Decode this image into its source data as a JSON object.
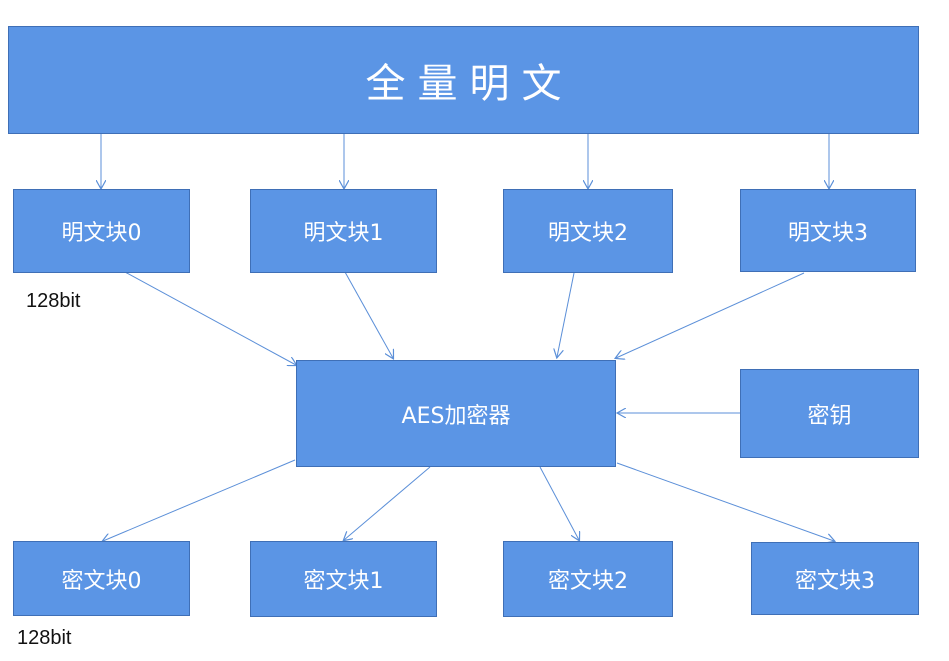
{
  "title": "全量明文",
  "plaintext_blocks": [
    "明文块0",
    "明文块1",
    "明文块2",
    "明文块3"
  ],
  "encryptor": "AES加密器",
  "key": "密钥",
  "ciphertext_blocks": [
    "密文块0",
    "密文块1",
    "密文块2",
    "密文块3"
  ],
  "notes": {
    "plaintext_block_size": "128bit",
    "ciphertext_block_size": "128bit"
  },
  "colors": {
    "box_fill": "#5b95e5",
    "box_border": "#3f6fb6",
    "arrow": "#5b8fd8",
    "box_text": "#ffffff"
  }
}
